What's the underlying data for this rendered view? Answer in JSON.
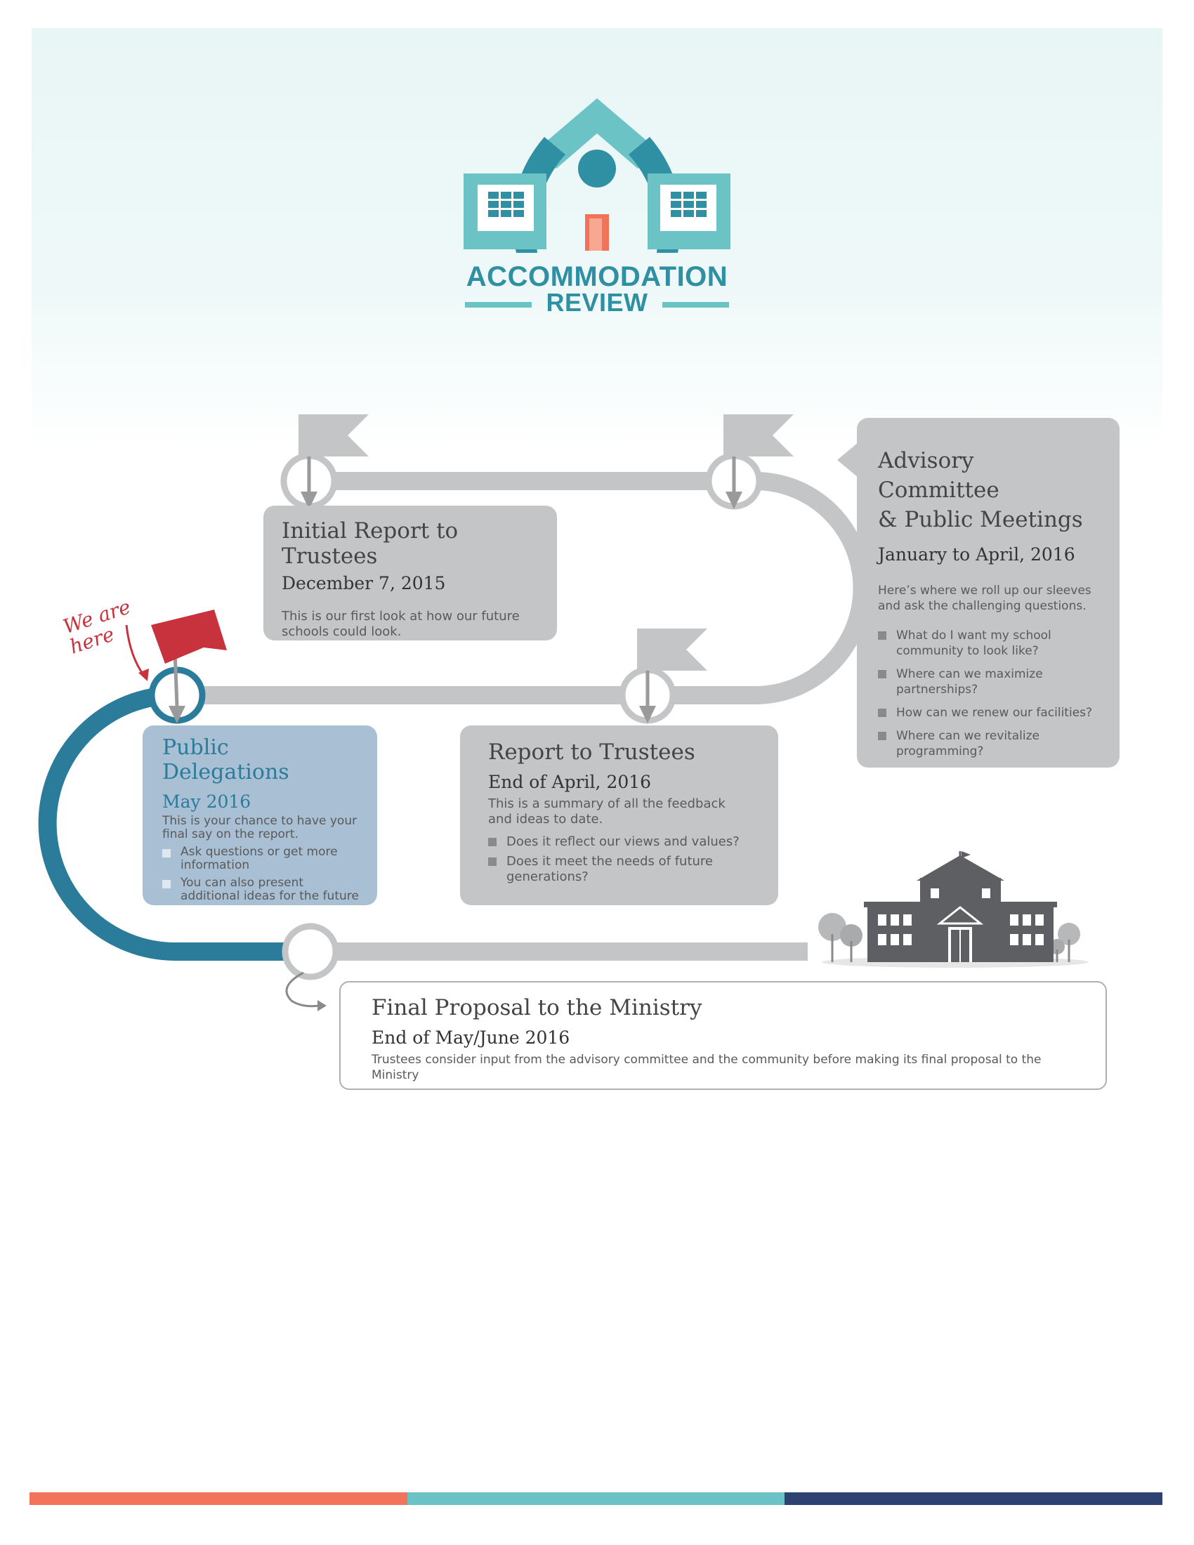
{
  "logo": {
    "line1": "ACCOMMODATION",
    "line2": "REVIEW"
  },
  "annotation": {
    "we_are_here": "We are here"
  },
  "stages": {
    "initial_report": {
      "title": "Initial Report to Trustees",
      "date": "December 7, 2015",
      "description": "This is our first look at how our future schools could look."
    },
    "advisory": {
      "title_line1": "Advisory Committee",
      "title_line2": "& Public Meetings",
      "date": "January to April, 2016",
      "description": "Here’s where we roll up our sleeves and ask the challenging questions.",
      "bullets": [
        "What do I want my school community to look like?",
        "Where can we maximize partnerships?",
        "How can we renew our facilities?",
        "Where can we revitalize programming?"
      ]
    },
    "report_to_trustees": {
      "title": "Report to Trustees",
      "date": "End of April, 2016",
      "description": "This is a summary of all the feedback and ideas to date.",
      "bullets": [
        "Does it reflect our views and values?",
        "Does it meet the needs of future generations?"
      ]
    },
    "public_delegations": {
      "title": "Public Delegations",
      "date": "May 2016",
      "description": "This is your chance to have your final say on the report.",
      "bullets": [
        "Ask questions or get more information",
        "You can also present additional ideas for the future"
      ]
    },
    "final_proposal": {
      "title": "Final Proposal to the Ministry",
      "date": "End of May/June 2016",
      "description": "Trustees consider input from the advisory committee and the community before making its final proposal to the Ministry"
    }
  },
  "colors": {
    "path_gray": "#c4c5c7",
    "path_done": "#2a7c9a",
    "flag_gray": "#c4c5c7",
    "flag_current": "#c8323c",
    "logo_teal": "#6cc3c6",
    "logo_dark": "#2f8fa3",
    "logo_door": "#f0735a",
    "bar_orange": "#f0735a",
    "bar_teal": "#6cc3c6",
    "bar_navy": "#2e4272"
  }
}
